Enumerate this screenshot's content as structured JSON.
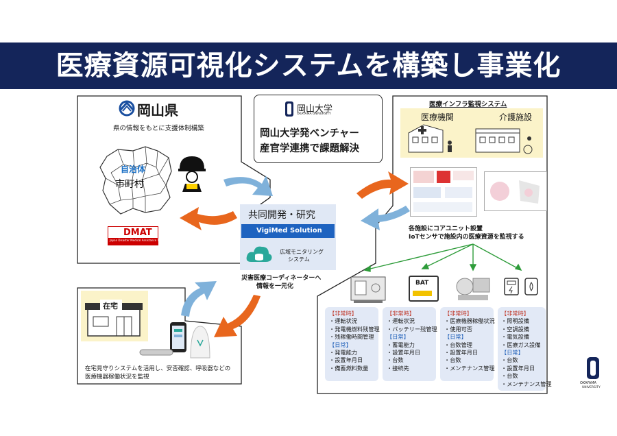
{
  "title": "医療資源可視化システムを構築し事業化",
  "pref": {
    "name": "岡山県",
    "subtitle": "県の情報をもとに支援体制構築",
    "map_label1": "自治体",
    "map_label2": "市町村",
    "dmat": "DMAT",
    "dmat_sub": "Japan Disaster Medical Assistance Team"
  },
  "univ": {
    "logo_text": "岡山大学",
    "logo_sub": "OKAYAMA UNIVERSITY",
    "line1": "岡山大学発ベンチャー",
    "line2": "産官学連携で課題解決"
  },
  "center": {
    "heading": "共同開発・研究",
    "product": "VigiMed Solution",
    "monitor1": "広域モニタリング",
    "monitor2": "システム",
    "note1": "災害医療コーディネーターへ",
    "note2": "情報を一元化"
  },
  "infra": {
    "heading": "医療インフラ監視システム",
    "facility1": "医療機関",
    "facility2": "介護施設",
    "desc1": "各施設にコアユニット設置",
    "desc2": "IoTセンサで施設内の医療資源を監視する",
    "bat": "BAT"
  },
  "home": {
    "label": "在宅",
    "desc1": "在宅見守りシステムを活用し、安否確認、呼吸器などの",
    "desc2": "医療機器稼働状況を監視"
  },
  "cards": [
    {
      "lines": [
        {
          "text": "【非常時】",
          "kind": "red"
        },
        {
          "text": "・運転状況",
          "kind": "plain"
        },
        {
          "text": "・発電機燃料残管理",
          "kind": "plain"
        },
        {
          "text": "・残稼働時間管理",
          "kind": "plain"
        },
        {
          "text": "【日常】",
          "kind": "blue"
        },
        {
          "text": "・発電能力",
          "kind": "plain"
        },
        {
          "text": "・設置年月日",
          "kind": "plain"
        },
        {
          "text": "・備蓄燃料数量",
          "kind": "plain"
        }
      ]
    },
    {
      "lines": [
        {
          "text": "【非常時】",
          "kind": "red"
        },
        {
          "text": "・運転状況",
          "kind": "plain"
        },
        {
          "text": "・バッテリー残管理",
          "kind": "plain"
        },
        {
          "text": "【日常】",
          "kind": "blue"
        },
        {
          "text": "・蓄電能力",
          "kind": "plain"
        },
        {
          "text": "・設置年月日",
          "kind": "plain"
        },
        {
          "text": "・台数",
          "kind": "plain"
        },
        {
          "text": "・接続先",
          "kind": "plain"
        }
      ]
    },
    {
      "lines": [
        {
          "text": "【非常時】",
          "kind": "red"
        },
        {
          "text": "・医療機器稼働状況",
          "kind": "plain"
        },
        {
          "text": "・使用可否",
          "kind": "plain"
        },
        {
          "text": "【日常】",
          "kind": "blue"
        },
        {
          "text": "・台数管理",
          "kind": "plain"
        },
        {
          "text": "・設置年月日",
          "kind": "plain"
        },
        {
          "text": "・台数",
          "kind": "plain"
        },
        {
          "text": "・メンテナンス管理",
          "kind": "plain"
        }
      ]
    },
    {
      "lines": [
        {
          "text": "【非常時】",
          "kind": "red"
        },
        {
          "text": "・照明設備",
          "kind": "plain"
        },
        {
          "text": "・空調設備",
          "kind": "plain"
        },
        {
          "text": "・電気設備",
          "kind": "plain"
        },
        {
          "text": "・医療ガス設備",
          "kind": "plain"
        },
        {
          "text": "【日常】",
          "kind": "blue"
        },
        {
          "text": "・台数",
          "kind": "plain"
        },
        {
          "text": "・設置年月日",
          "kind": "plain"
        },
        {
          "text": "・台数",
          "kind": "plain"
        },
        {
          "text": "・メンテナンス管理",
          "kind": "plain"
        }
      ]
    }
  ],
  "footer_logo": {
    "line1": "OKAYAMA",
    "line2": "UNIVERSITY"
  },
  "colors": {
    "navy": "#14255a",
    "orange": "#e8661d",
    "lightblue": "#7fb1da",
    "cardbg": "#e2e9f6",
    "cream": "#fbf3c9",
    "teal": "#2aa89a"
  }
}
